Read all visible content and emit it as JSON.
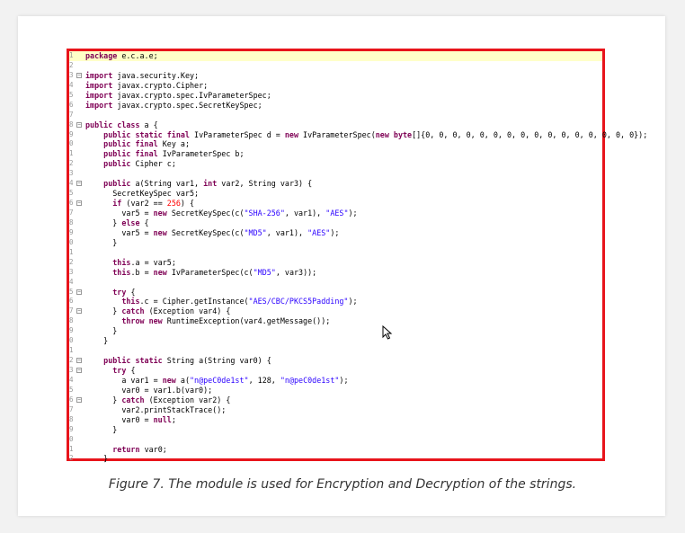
{
  "caption": "Figure 7. The module is used for Encryption and Decryption of the strings.",
  "code": {
    "lines": [
      {
        "n": "1",
        "fold": false,
        "hl": true,
        "tokens": [
          {
            "k": "kw",
            "t": "package"
          },
          {
            "k": "pl",
            "t": " e.c.a.e;"
          }
        ]
      },
      {
        "n": "2",
        "fold": false,
        "tokens": []
      },
      {
        "n": "3",
        "fold": true,
        "tokens": [
          {
            "k": "kw",
            "t": "import"
          },
          {
            "k": "pl",
            "t": " java.security.Key;"
          }
        ]
      },
      {
        "n": "4",
        "fold": false,
        "tokens": [
          {
            "k": "kw",
            "t": "import"
          },
          {
            "k": "pl",
            "t": " javax.crypto.Cipher;"
          }
        ]
      },
      {
        "n": "5",
        "fold": false,
        "tokens": [
          {
            "k": "kw",
            "t": "import"
          },
          {
            "k": "pl",
            "t": " javax.crypto.spec.IvParameterSpec;"
          }
        ]
      },
      {
        "n": "6",
        "fold": false,
        "tokens": [
          {
            "k": "kw",
            "t": "import"
          },
          {
            "k": "pl",
            "t": " javax.crypto.spec.SecretKeySpec;"
          }
        ]
      },
      {
        "n": "7",
        "fold": false,
        "tokens": []
      },
      {
        "n": "8",
        "fold": true,
        "tokens": [
          {
            "k": "kw",
            "t": "public class"
          },
          {
            "k": "pl",
            "t": " a {"
          }
        ]
      },
      {
        "n": "9",
        "fold": false,
        "tokens": [
          {
            "k": "pl",
            "t": "    "
          },
          {
            "k": "kw",
            "t": "public static final"
          },
          {
            "k": "pl",
            "t": " IvParameterSpec d = "
          },
          {
            "k": "kw",
            "t": "new"
          },
          {
            "k": "pl",
            "t": " IvParameterSpec("
          },
          {
            "k": "kw",
            "t": "new byte"
          },
          {
            "k": "pl",
            "t": "[]{0, 0, 0, 0, 0, 0, 0, 0, 0, 0, 0, 0, 0, 0, 0, 0});"
          }
        ]
      },
      {
        "n": "0",
        "fold": false,
        "tokens": [
          {
            "k": "pl",
            "t": "    "
          },
          {
            "k": "kw",
            "t": "public final"
          },
          {
            "k": "pl",
            "t": " Key a;"
          }
        ]
      },
      {
        "n": "1",
        "fold": false,
        "tokens": [
          {
            "k": "pl",
            "t": "    "
          },
          {
            "k": "kw",
            "t": "public final"
          },
          {
            "k": "pl",
            "t": " IvParameterSpec b;"
          }
        ]
      },
      {
        "n": "2",
        "fold": false,
        "tokens": [
          {
            "k": "pl",
            "t": "    "
          },
          {
            "k": "kw",
            "t": "public"
          },
          {
            "k": "pl",
            "t": " Cipher c;"
          }
        ]
      },
      {
        "n": "3",
        "fold": false,
        "tokens": []
      },
      {
        "n": "4",
        "fold": true,
        "tokens": [
          {
            "k": "pl",
            "t": "    "
          },
          {
            "k": "kw",
            "t": "public"
          },
          {
            "k": "pl",
            "t": " a(String var1, "
          },
          {
            "k": "kw",
            "t": "int"
          },
          {
            "k": "pl",
            "t": " var2, String var3) {"
          }
        ]
      },
      {
        "n": "5",
        "fold": false,
        "tokens": [
          {
            "k": "pl",
            "t": "      SecretKeySpec var5;"
          }
        ]
      },
      {
        "n": "6",
        "fold": true,
        "tokens": [
          {
            "k": "pl",
            "t": "      "
          },
          {
            "k": "kw",
            "t": "if"
          },
          {
            "k": "pl",
            "t": " (var2 == "
          },
          {
            "k": "num",
            "t": "256"
          },
          {
            "k": "pl",
            "t": ") {"
          }
        ]
      },
      {
        "n": "7",
        "fold": false,
        "tokens": [
          {
            "k": "pl",
            "t": "        var5 = "
          },
          {
            "k": "kw",
            "t": "new"
          },
          {
            "k": "pl",
            "t": " SecretKeySpec(c("
          },
          {
            "k": "str",
            "t": "\"SHA-256\""
          },
          {
            "k": "pl",
            "t": ", var1), "
          },
          {
            "k": "str",
            "t": "\"AES\""
          },
          {
            "k": "pl",
            "t": ");"
          }
        ]
      },
      {
        "n": "8",
        "fold": false,
        "tokens": [
          {
            "k": "pl",
            "t": "      } "
          },
          {
            "k": "kw",
            "t": "else"
          },
          {
            "k": "pl",
            "t": " {"
          }
        ]
      },
      {
        "n": "9",
        "fold": false,
        "tokens": [
          {
            "k": "pl",
            "t": "        var5 = "
          },
          {
            "k": "kw",
            "t": "new"
          },
          {
            "k": "pl",
            "t": " SecretKeySpec(c("
          },
          {
            "k": "str",
            "t": "\"MD5\""
          },
          {
            "k": "pl",
            "t": ", var1), "
          },
          {
            "k": "str",
            "t": "\"AES\""
          },
          {
            "k": "pl",
            "t": ");"
          }
        ]
      },
      {
        "n": "0",
        "fold": false,
        "tokens": [
          {
            "k": "pl",
            "t": "      }"
          }
        ]
      },
      {
        "n": "1",
        "fold": false,
        "tokens": []
      },
      {
        "n": "2",
        "fold": false,
        "tokens": [
          {
            "k": "pl",
            "t": "      "
          },
          {
            "k": "kw",
            "t": "this"
          },
          {
            "k": "pl",
            "t": ".a = var5;"
          }
        ]
      },
      {
        "n": "3",
        "fold": false,
        "tokens": [
          {
            "k": "pl",
            "t": "      "
          },
          {
            "k": "kw",
            "t": "this"
          },
          {
            "k": "pl",
            "t": ".b = "
          },
          {
            "k": "kw",
            "t": "new"
          },
          {
            "k": "pl",
            "t": " IvParameterSpec(c("
          },
          {
            "k": "str",
            "t": "\"MD5\""
          },
          {
            "k": "pl",
            "t": ", var3));"
          }
        ]
      },
      {
        "n": "4",
        "fold": false,
        "tokens": []
      },
      {
        "n": "5",
        "fold": true,
        "tokens": [
          {
            "k": "pl",
            "t": "      "
          },
          {
            "k": "kw",
            "t": "try"
          },
          {
            "k": "pl",
            "t": " {"
          }
        ]
      },
      {
        "n": "6",
        "fold": false,
        "tokens": [
          {
            "k": "pl",
            "t": "        "
          },
          {
            "k": "kw",
            "t": "this"
          },
          {
            "k": "pl",
            "t": ".c = Cipher.getInstance("
          },
          {
            "k": "str",
            "t": "\"AES/CBC/PKCS5Padding\""
          },
          {
            "k": "pl",
            "t": ");"
          }
        ]
      },
      {
        "n": "7",
        "fold": true,
        "tokens": [
          {
            "k": "pl",
            "t": "      } "
          },
          {
            "k": "kw",
            "t": "catch"
          },
          {
            "k": "pl",
            "t": " (Exception var4) {"
          }
        ]
      },
      {
        "n": "8",
        "fold": false,
        "tokens": [
          {
            "k": "pl",
            "t": "        "
          },
          {
            "k": "kw",
            "t": "throw new"
          },
          {
            "k": "pl",
            "t": " RuntimeException(var4.getMessage());"
          }
        ]
      },
      {
        "n": "9",
        "fold": false,
        "tokens": [
          {
            "k": "pl",
            "t": "      }"
          }
        ]
      },
      {
        "n": "0",
        "fold": false,
        "tokens": [
          {
            "k": "pl",
            "t": "    }"
          }
        ]
      },
      {
        "n": "1",
        "fold": false,
        "tokens": []
      },
      {
        "n": "2",
        "fold": true,
        "tokens": [
          {
            "k": "pl",
            "t": "    "
          },
          {
            "k": "kw",
            "t": "public static"
          },
          {
            "k": "pl",
            "t": " String a(String var0) {"
          }
        ]
      },
      {
        "n": "3",
        "fold": true,
        "tokens": [
          {
            "k": "pl",
            "t": "      "
          },
          {
            "k": "kw",
            "t": "try"
          },
          {
            "k": "pl",
            "t": " {"
          }
        ]
      },
      {
        "n": "4",
        "fold": false,
        "tokens": [
          {
            "k": "pl",
            "t": "        a var1 = "
          },
          {
            "k": "kw",
            "t": "new"
          },
          {
            "k": "pl",
            "t": " a("
          },
          {
            "k": "str",
            "t": "\"n@peC0de1st\""
          },
          {
            "k": "pl",
            "t": ", 128, "
          },
          {
            "k": "str",
            "t": "\"n@peC0de1st\""
          },
          {
            "k": "pl",
            "t": ");"
          }
        ]
      },
      {
        "n": "5",
        "fold": false,
        "tokens": [
          {
            "k": "pl",
            "t": "        var0 = var1.b(var0);"
          }
        ]
      },
      {
        "n": "6",
        "fold": true,
        "tokens": [
          {
            "k": "pl",
            "t": "      } "
          },
          {
            "k": "kw",
            "t": "catch"
          },
          {
            "k": "pl",
            "t": " (Exception var2) {"
          }
        ]
      },
      {
        "n": "7",
        "fold": false,
        "tokens": [
          {
            "k": "pl",
            "t": "        var2.printStackTrace();"
          }
        ]
      },
      {
        "n": "8",
        "fold": false,
        "tokens": [
          {
            "k": "pl",
            "t": "        var0 = "
          },
          {
            "k": "kw",
            "t": "null"
          },
          {
            "k": "pl",
            "t": ";"
          }
        ]
      },
      {
        "n": "9",
        "fold": false,
        "tokens": [
          {
            "k": "pl",
            "t": "      }"
          }
        ]
      },
      {
        "n": "0",
        "fold": false,
        "tokens": []
      },
      {
        "n": "1",
        "fold": false,
        "tokens": [
          {
            "k": "pl",
            "t": "      "
          },
          {
            "k": "kw",
            "t": "return"
          },
          {
            "k": "pl",
            "t": " var0;"
          }
        ]
      },
      {
        "n": "2",
        "fold": false,
        "tokens": [
          {
            "k": "pl",
            "t": "    }"
          }
        ]
      }
    ]
  },
  "colors": {
    "keyword": "#7f0055",
    "string": "#2a00ff",
    "number": "#ff0000",
    "frame": "#e8141b"
  },
  "icons": {
    "cursor": "mouse-pointer-icon",
    "fold": "fold-toggle-icon"
  }
}
